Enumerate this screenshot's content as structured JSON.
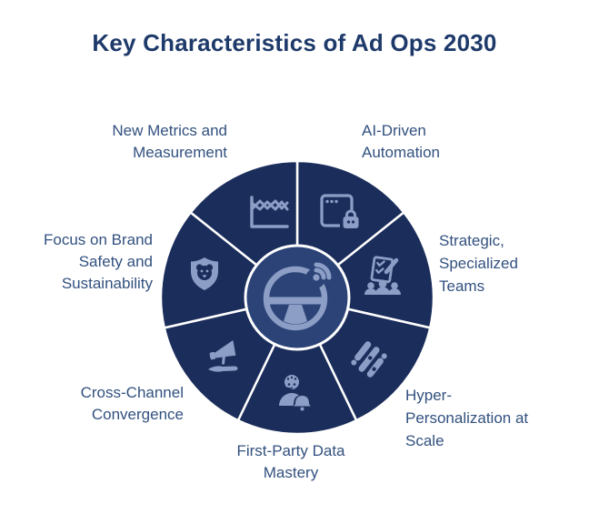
{
  "title": "Key Characteristics of Ad Ops 2030",
  "colors": {
    "background": "#FFFFFF",
    "title": "#1E3A6A",
    "label": "#32517F",
    "wedge": "#1B2D5B",
    "hub": "#2B4377",
    "icon": "#8C9EC5",
    "divider": "#FFFFFF"
  },
  "center": {
    "icon": "steering-wheel-connected-icon"
  },
  "segments": [
    {
      "name": "ai-driven-automation",
      "label": "AI-Driven Automation",
      "lines": [
        "AI-Driven",
        "Automation"
      ],
      "icon": "browser-lock-icon"
    },
    {
      "name": "strategic-specialized-teams",
      "label": "Strategic, Specialized Teams",
      "lines": [
        "Strategic,",
        "Specialized",
        "Teams"
      ],
      "icon": "checklist-team-icon"
    },
    {
      "name": "hyper-personalization-at-scale",
      "label": "Hyper-Personalization at Scale",
      "lines": [
        "Hyper-",
        "Personalization at",
        "Scale"
      ],
      "icon": "sliders-icon"
    },
    {
      "name": "first-party-data-mastery",
      "label": "First-Party Data Mastery",
      "lines": [
        "First-Party Data",
        "Mastery"
      ],
      "icon": "person-bell-icon"
    },
    {
      "name": "cross-channel-convergence",
      "label": "Cross-Channel Convergence",
      "lines": [
        "Cross-Channel",
        "Convergence"
      ],
      "icon": "megaphone-hand-icon"
    },
    {
      "name": "focus-on-brand-safety-and-sustainability",
      "label": "Focus on Brand Safety and Sustainability",
      "lines": [
        "Focus on Brand",
        "Safety and",
        "Sustainability"
      ],
      "icon": "shield-bear-icon"
    },
    {
      "name": "new-metrics-and-measurement",
      "label": "New Metrics and Measurement",
      "lines": [
        "New Metrics and",
        "Measurement"
      ],
      "icon": "line-chart-icon"
    }
  ]
}
